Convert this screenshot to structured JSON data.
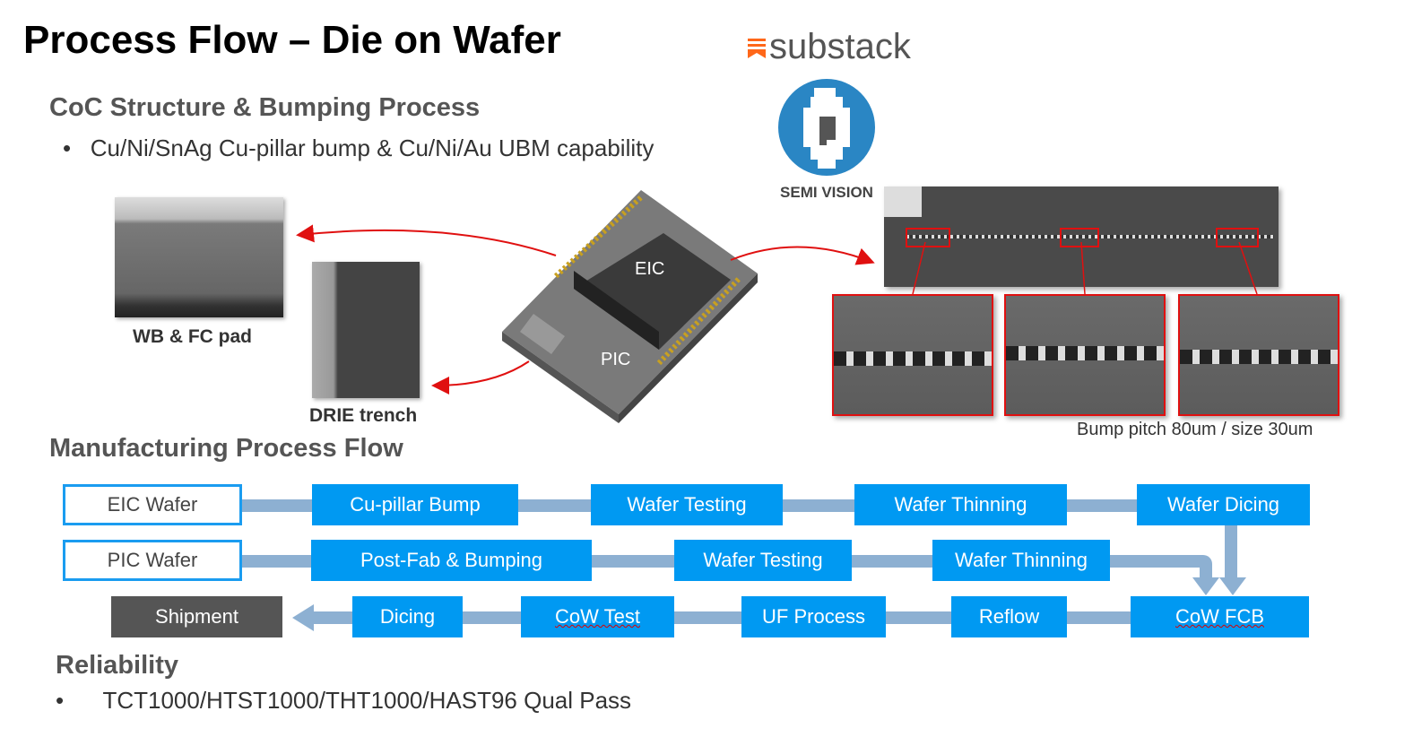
{
  "title": "Process Flow – Die on Wafer",
  "logos": {
    "substack": "substack",
    "semivision": "SEMI VISION"
  },
  "coc": {
    "heading": "CoC Structure & Bumping Process",
    "bullet": "Cu/Ni/SnAg Cu-pillar bump & Cu/Ni/Au UBM capability"
  },
  "figures": {
    "wb_caption": "WB & FC pad",
    "drie_caption": "DRIE trench",
    "eic_label": "EIC",
    "pic_label": "PIC",
    "bump_caption": "Bump pitch 80um / size 30um"
  },
  "flow": {
    "heading": "Manufacturing Process Flow",
    "row1": [
      "EIC Wafer",
      "Cu-pillar Bump",
      "Wafer Testing",
      "Wafer Thinning",
      "Wafer Dicing"
    ],
    "row2": [
      "PIC Wafer",
      "Post-Fab & Bumping",
      "Wafer Testing",
      "Wafer Thinning"
    ],
    "row3": [
      "Shipment",
      "Dicing",
      "CoW Test",
      "UF Process",
      "Reflow",
      "CoW FCB"
    ]
  },
  "reliability": {
    "heading": "Reliability",
    "bullet": "TCT1000/HTST1000/THT1000/HAST96 Qual Pass"
  },
  "colors": {
    "box": "#0099f2",
    "connector": "#8db0d2",
    "shipment": "#555555",
    "accent_red": "#e01010",
    "substack": "#ff6719",
    "semivision": "#2a86c4"
  }
}
